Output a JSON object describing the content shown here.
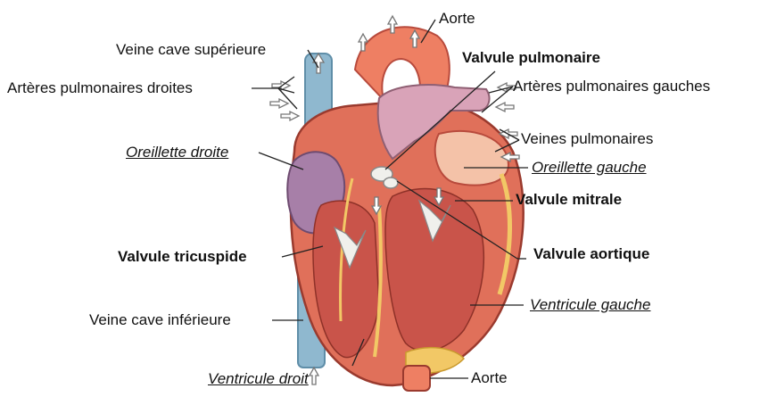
{
  "labels": {
    "aorte_top": "Aorte",
    "veine_cave_sup": "Veine cave supérieure",
    "arteres_pulm_droites": "Artères pulmonaires droites",
    "oreillette_droite": "Oreillette droite",
    "valvule_tricuspide": "Valvule tricuspide",
    "veine_cave_inf": "Veine cave inférieure",
    "ventricule_droit": "Ventricule droit",
    "valvule_pulmonaire": "Valvule pulmonaire",
    "arteres_pulm_gauches": "Artères pulmonaires gauches",
    "veines_pulmonaires": "Veines pulmonaires",
    "oreillette_gauche": "Oreillette gauche",
    "valvule_mitrale": "Valvule mitrale",
    "valvule_aortique": "Valvule aortique",
    "ventricule_gauche": "Ventricule gauche",
    "aorte_bottom": "Aorte"
  },
  "colors": {
    "heart_wall": "#e0705a",
    "heart_dark": "#b84a3c",
    "chamber": "#f4c2a8",
    "aorta": "#ee7f63",
    "pulmonary_artery": "#d9a3b8",
    "vena_cava": "#8fb8cf",
    "right_atrium": "#a77fa8",
    "fat": "#f2c866",
    "valve": "#f0f0ec",
    "leader_line": "#222222"
  }
}
